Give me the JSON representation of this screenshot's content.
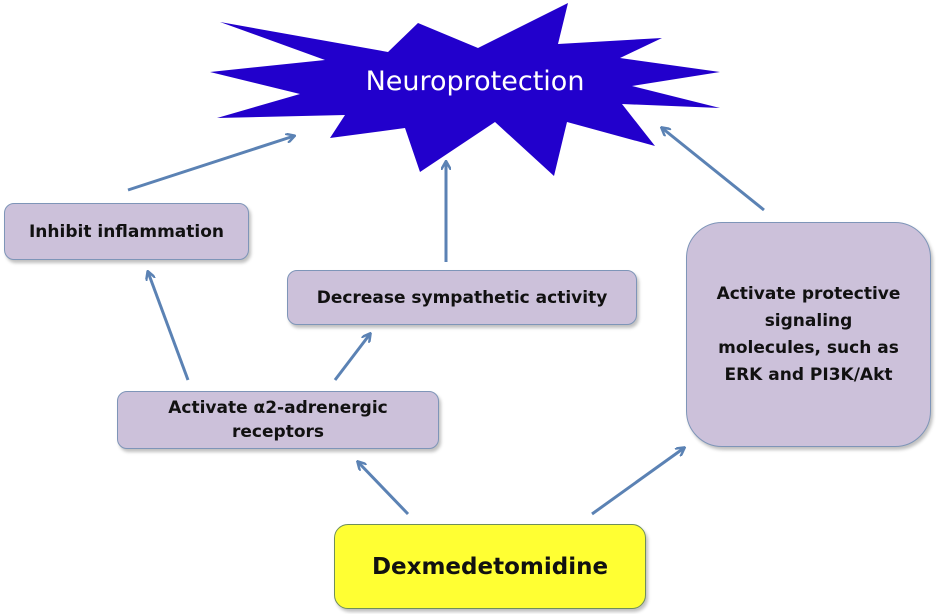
{
  "colors": {
    "starburst": "#2200cc",
    "box_fill": "#ccc1da",
    "box_border": "#7e95b8",
    "drug_fill": "#ffff33",
    "arrow": "#5b82b4"
  },
  "diagram": {
    "title": "Neuroprotection",
    "nodes": {
      "inhibit": "Inhibit inflammation",
      "decrease": "Decrease sympathetic activity",
      "activate_alpha_1": "Activate α2-adrenergic",
      "activate_alpha_2": "receptors",
      "protective_1": "Activate protective",
      "protective_2": "signaling",
      "protective_3": "molecules, such as",
      "protective_4": "ERK and PI3K/Akt",
      "drug": "Dexmedetomidine"
    },
    "edges": [
      {
        "from": "Dexmedetomidine",
        "to": "Activate α2-adrenergic receptors"
      },
      {
        "from": "Dexmedetomidine",
        "to": "Activate protective signaling molecules, such as ERK and PI3K/Akt"
      },
      {
        "from": "Activate α2-adrenergic receptors",
        "to": "Inhibit inflammation"
      },
      {
        "from": "Activate α2-adrenergic receptors",
        "to": "Decrease sympathetic activity"
      },
      {
        "from": "Inhibit inflammation",
        "to": "Neuroprotection"
      },
      {
        "from": "Decrease sympathetic activity",
        "to": "Neuroprotection"
      },
      {
        "from": "Activate protective signaling molecules, such as ERK and PI3K/Akt",
        "to": "Neuroprotection"
      }
    ]
  }
}
